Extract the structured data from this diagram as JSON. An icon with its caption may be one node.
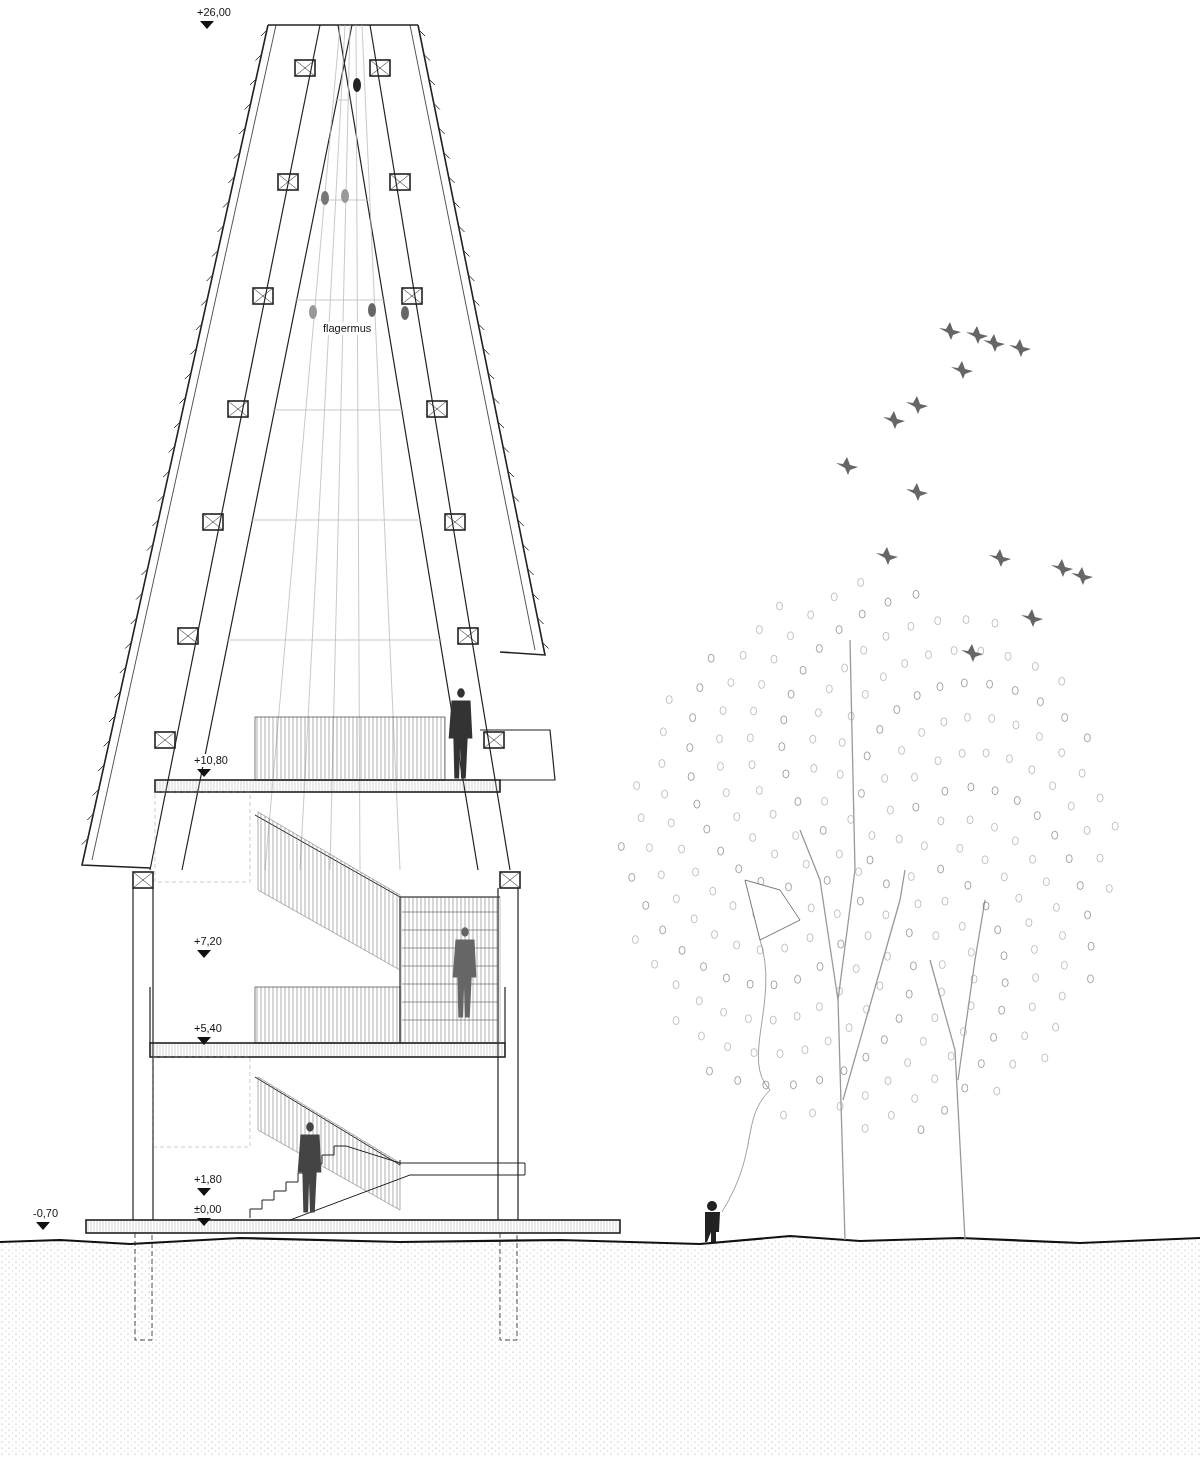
{
  "diagram": {
    "labels": [
      "+26,00",
      "flagermus",
      "+10,80",
      "+7,20",
      "+5,40",
      "+1,80",
      "±0,00",
      "-0,70"
    ]
  }
}
